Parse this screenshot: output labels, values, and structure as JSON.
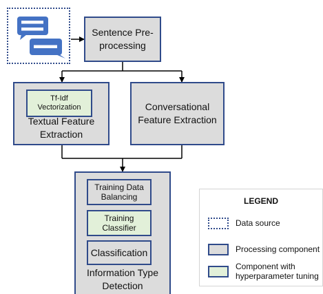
{
  "nodes": {
    "sentence_preprocessing": "Sentence Pre-processing",
    "tfidf_vectorization": "Tf-Idf Vectorization",
    "textual_feature_extraction": "Textual Feature Extraction",
    "conversational_feature_extraction": "Conversational Feature Extraction",
    "training_data_balancing": "Training Data Balancing",
    "training_classifier": "Training Classifier",
    "classification": "Classification",
    "information_type_detection": "Information Type Detection"
  },
  "legend": {
    "title": "LEGEND",
    "items": [
      {
        "label": "Data source",
        "style": "dotted-border"
      },
      {
        "label": "Processing component",
        "color": "#dcdcdc"
      },
      {
        "label": "Component with hyperparameter tuning",
        "color": "#e2f0d9"
      }
    ]
  },
  "colors": {
    "border": "#2f4a8a",
    "processing_fill": "#dcdcdc",
    "tuning_fill": "#e2f0d9",
    "chat_bubble": "#4472c4"
  },
  "icons": {
    "data_source": "chat-bubbles-icon"
  }
}
